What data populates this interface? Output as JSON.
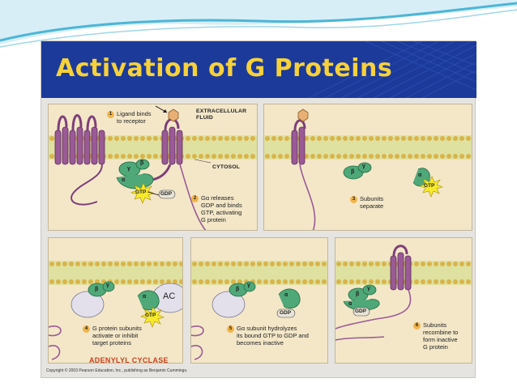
{
  "title": "Activation of G Proteins",
  "panel_top_left": {
    "step1_num": "1",
    "step1_text": [
      "Ligand binds",
      "to receptor"
    ],
    "extracellular": [
      "EXTRACELLULAR",
      "FLUID"
    ],
    "cytosol": "CYTOSOL",
    "step2_num": "2",
    "step2_text": [
      "Gα releases",
      "GDP and binds",
      "GTP, activating",
      "G protein"
    ],
    "beta": "β",
    "gamma": "γ",
    "alpha": "α",
    "gtp": "GTP",
    "gdp": "GDP"
  },
  "panel_top_right": {
    "step3_num": "3",
    "step3_text": [
      "Subunits",
      "separate"
    ],
    "beta": "β",
    "gamma": "γ",
    "alpha": "α",
    "gtp": "GTP"
  },
  "panel_bottom_left": {
    "step4_num": "4",
    "step4_text": [
      "G protein subunits",
      "activate or inhibit",
      "target proteins"
    ],
    "ac": "AC",
    "adenylyl": "ADENYLYL CYCLASE",
    "beta": "β",
    "gamma": "γ",
    "alpha": "α",
    "gtp": "GTP"
  },
  "panel_bottom_mid": {
    "step5_num": "5",
    "step5_text": [
      "Gα subunit hydrolyzes",
      "its bound GTP to GDP and",
      "becomes inactive"
    ],
    "beta": "β",
    "gamma": "γ",
    "alpha": "α",
    "gdp": "GDP"
  },
  "panel_bottom_right": {
    "step6_num": "6",
    "step6_text": [
      "Subunits",
      "recombine to",
      "form inactive",
      "G protein"
    ],
    "beta": "β",
    "gamma": "γ",
    "alpha": "α",
    "gdp": "GDP"
  },
  "copyright": "Copyright © 2003 Pearson Education, Inc., publishing as Benjamin Cummings.",
  "colors": {
    "banner": "#1c3a9a",
    "title": "#f6d13a",
    "panel": "#f3e7c8",
    "receptor": "#8a4a86",
    "protein": "#4fa878",
    "gtp_burst": "#f7ea2a",
    "adenylyl": "#c8401e"
  }
}
